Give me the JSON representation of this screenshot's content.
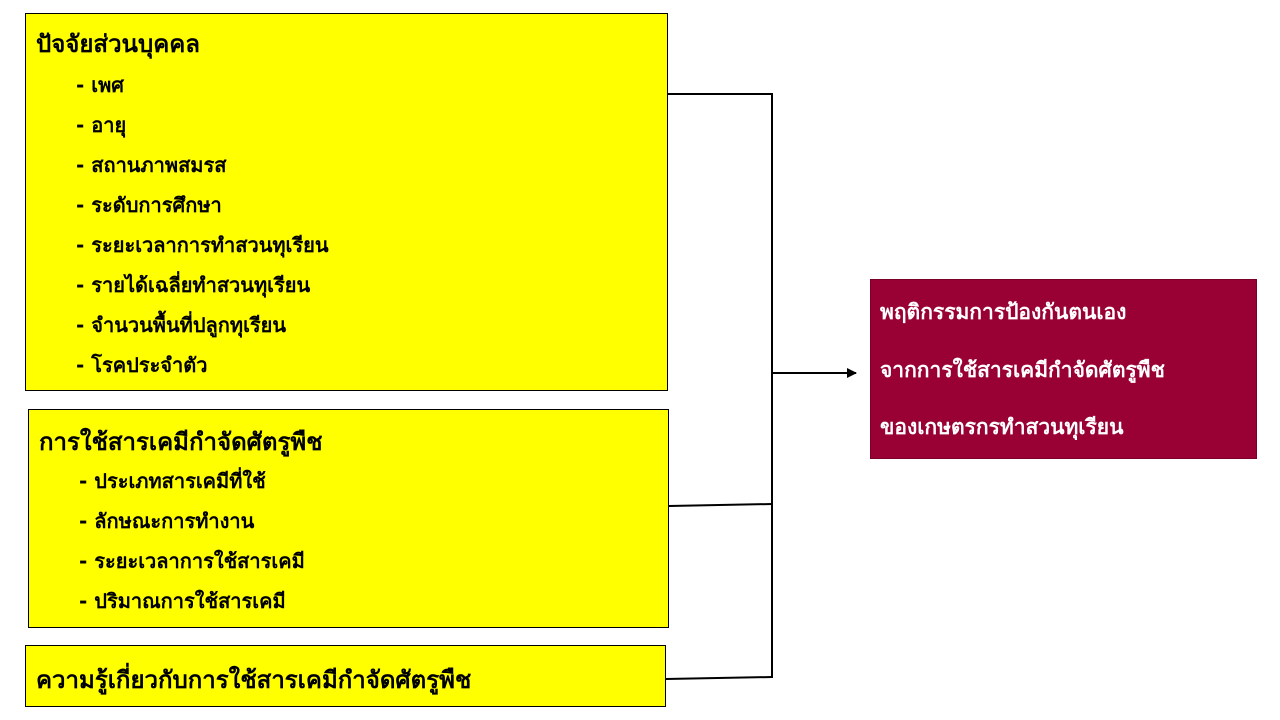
{
  "personal_factors": {
    "title": "ปัจจัยส่วนบุคคล",
    "items": [
      "- เพศ",
      "- อายุ",
      "- สถานภาพสมรส",
      "- ระดับการศึกษา",
      "- ระยะเวลาการทำสวนทุเรียน",
      "- รายได้เฉลี่ยทำสวนทุเรียน",
      "- จำนวนพื้นที่ปลูกทุเรียน",
      "- โรคประจำตัว"
    ]
  },
  "chemical_use": {
    "title": "การใช้สารเคมีกำจัดศัตรูพืช",
    "items": [
      "- ประเภทสารเคมีที่ใช้",
      "- ลักษณะการทำงาน",
      "- ระยะเวลาการใช้สารเคมี",
      "- ปริมาณการใช้สารเคมี"
    ]
  },
  "knowledge": {
    "title": "ความรู้เกี่ยวกับการใช้สารเคมีกำจัดศัตรูพืช"
  },
  "outcome": {
    "lines": [
      "พฤติกรรมการป้องกันตนเอง",
      "จากการใช้สารเคมีกำจัดศัตรูพืช",
      "ของเกษตรกรทำสวนทุเรียน"
    ]
  },
  "colors": {
    "factor_box_fill": "#ffff00",
    "outcome_box_fill": "#990033",
    "outcome_text": "#ffffff",
    "connector": "#000000"
  }
}
